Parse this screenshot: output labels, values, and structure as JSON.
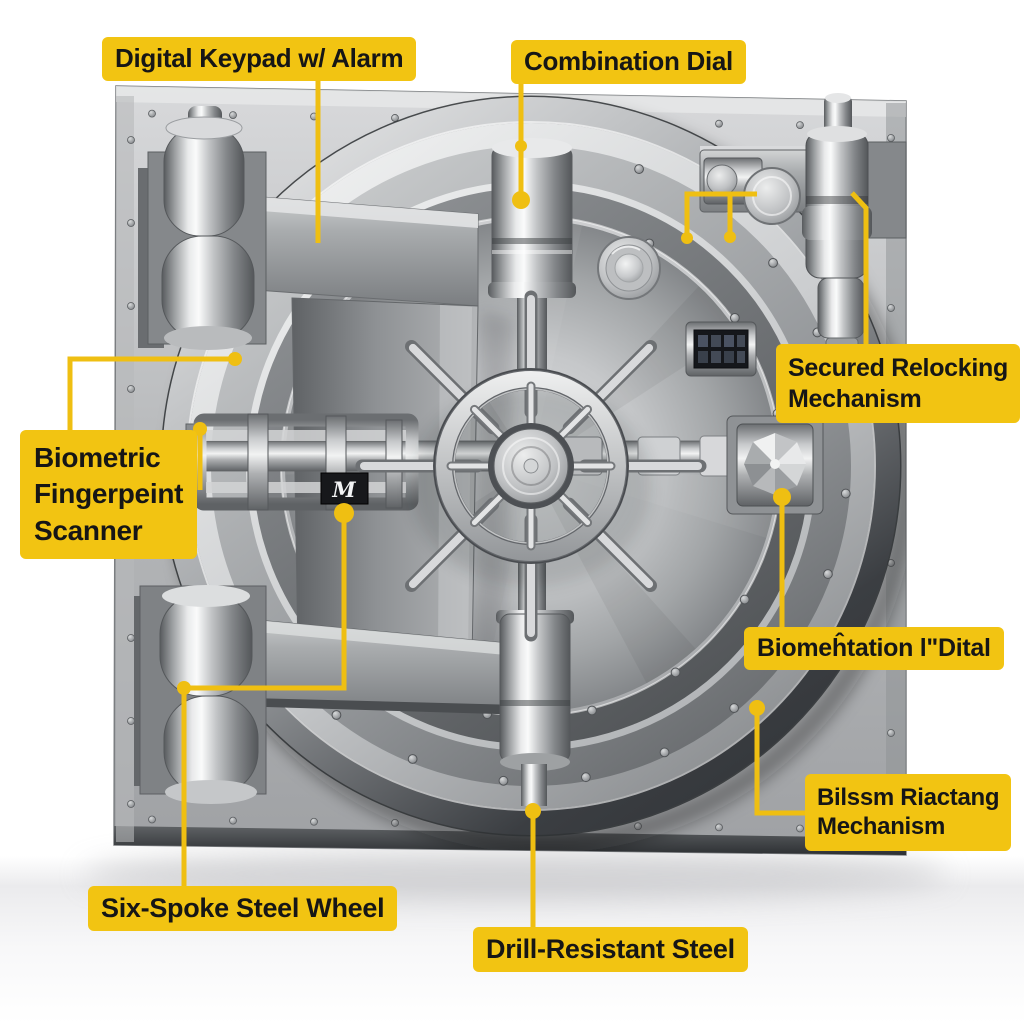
{
  "labels": [
    {
      "id": "digital_keypad",
      "text": "Digital Keypad w/ Alarm"
    },
    {
      "id": "combination_dial",
      "text": "Combination Dial"
    },
    {
      "id": "secured_relocking",
      "lines": [
        "Secured Relocking",
        "Mechanism"
      ]
    },
    {
      "id": "biometric_scanner",
      "lines": [
        "Biometric",
        "Fingerpeint",
        "Scanner"
      ]
    },
    {
      "id": "biomentation",
      "text": "Biomeĥtation l\"Dital"
    },
    {
      "id": "bilssm",
      "lines": [
        "Bilssm Riactang",
        "Mechanism"
      ]
    },
    {
      "id": "six_spoke",
      "text": "Six-Spoke Steel Wheel"
    },
    {
      "id": "drill_resistant",
      "text": "Drill-Resistant Steel"
    }
  ],
  "logo_glyph": "M",
  "colors": {
    "label_bg": "#F2C412",
    "label_text": "#161616",
    "connector": "#EFBF12"
  }
}
